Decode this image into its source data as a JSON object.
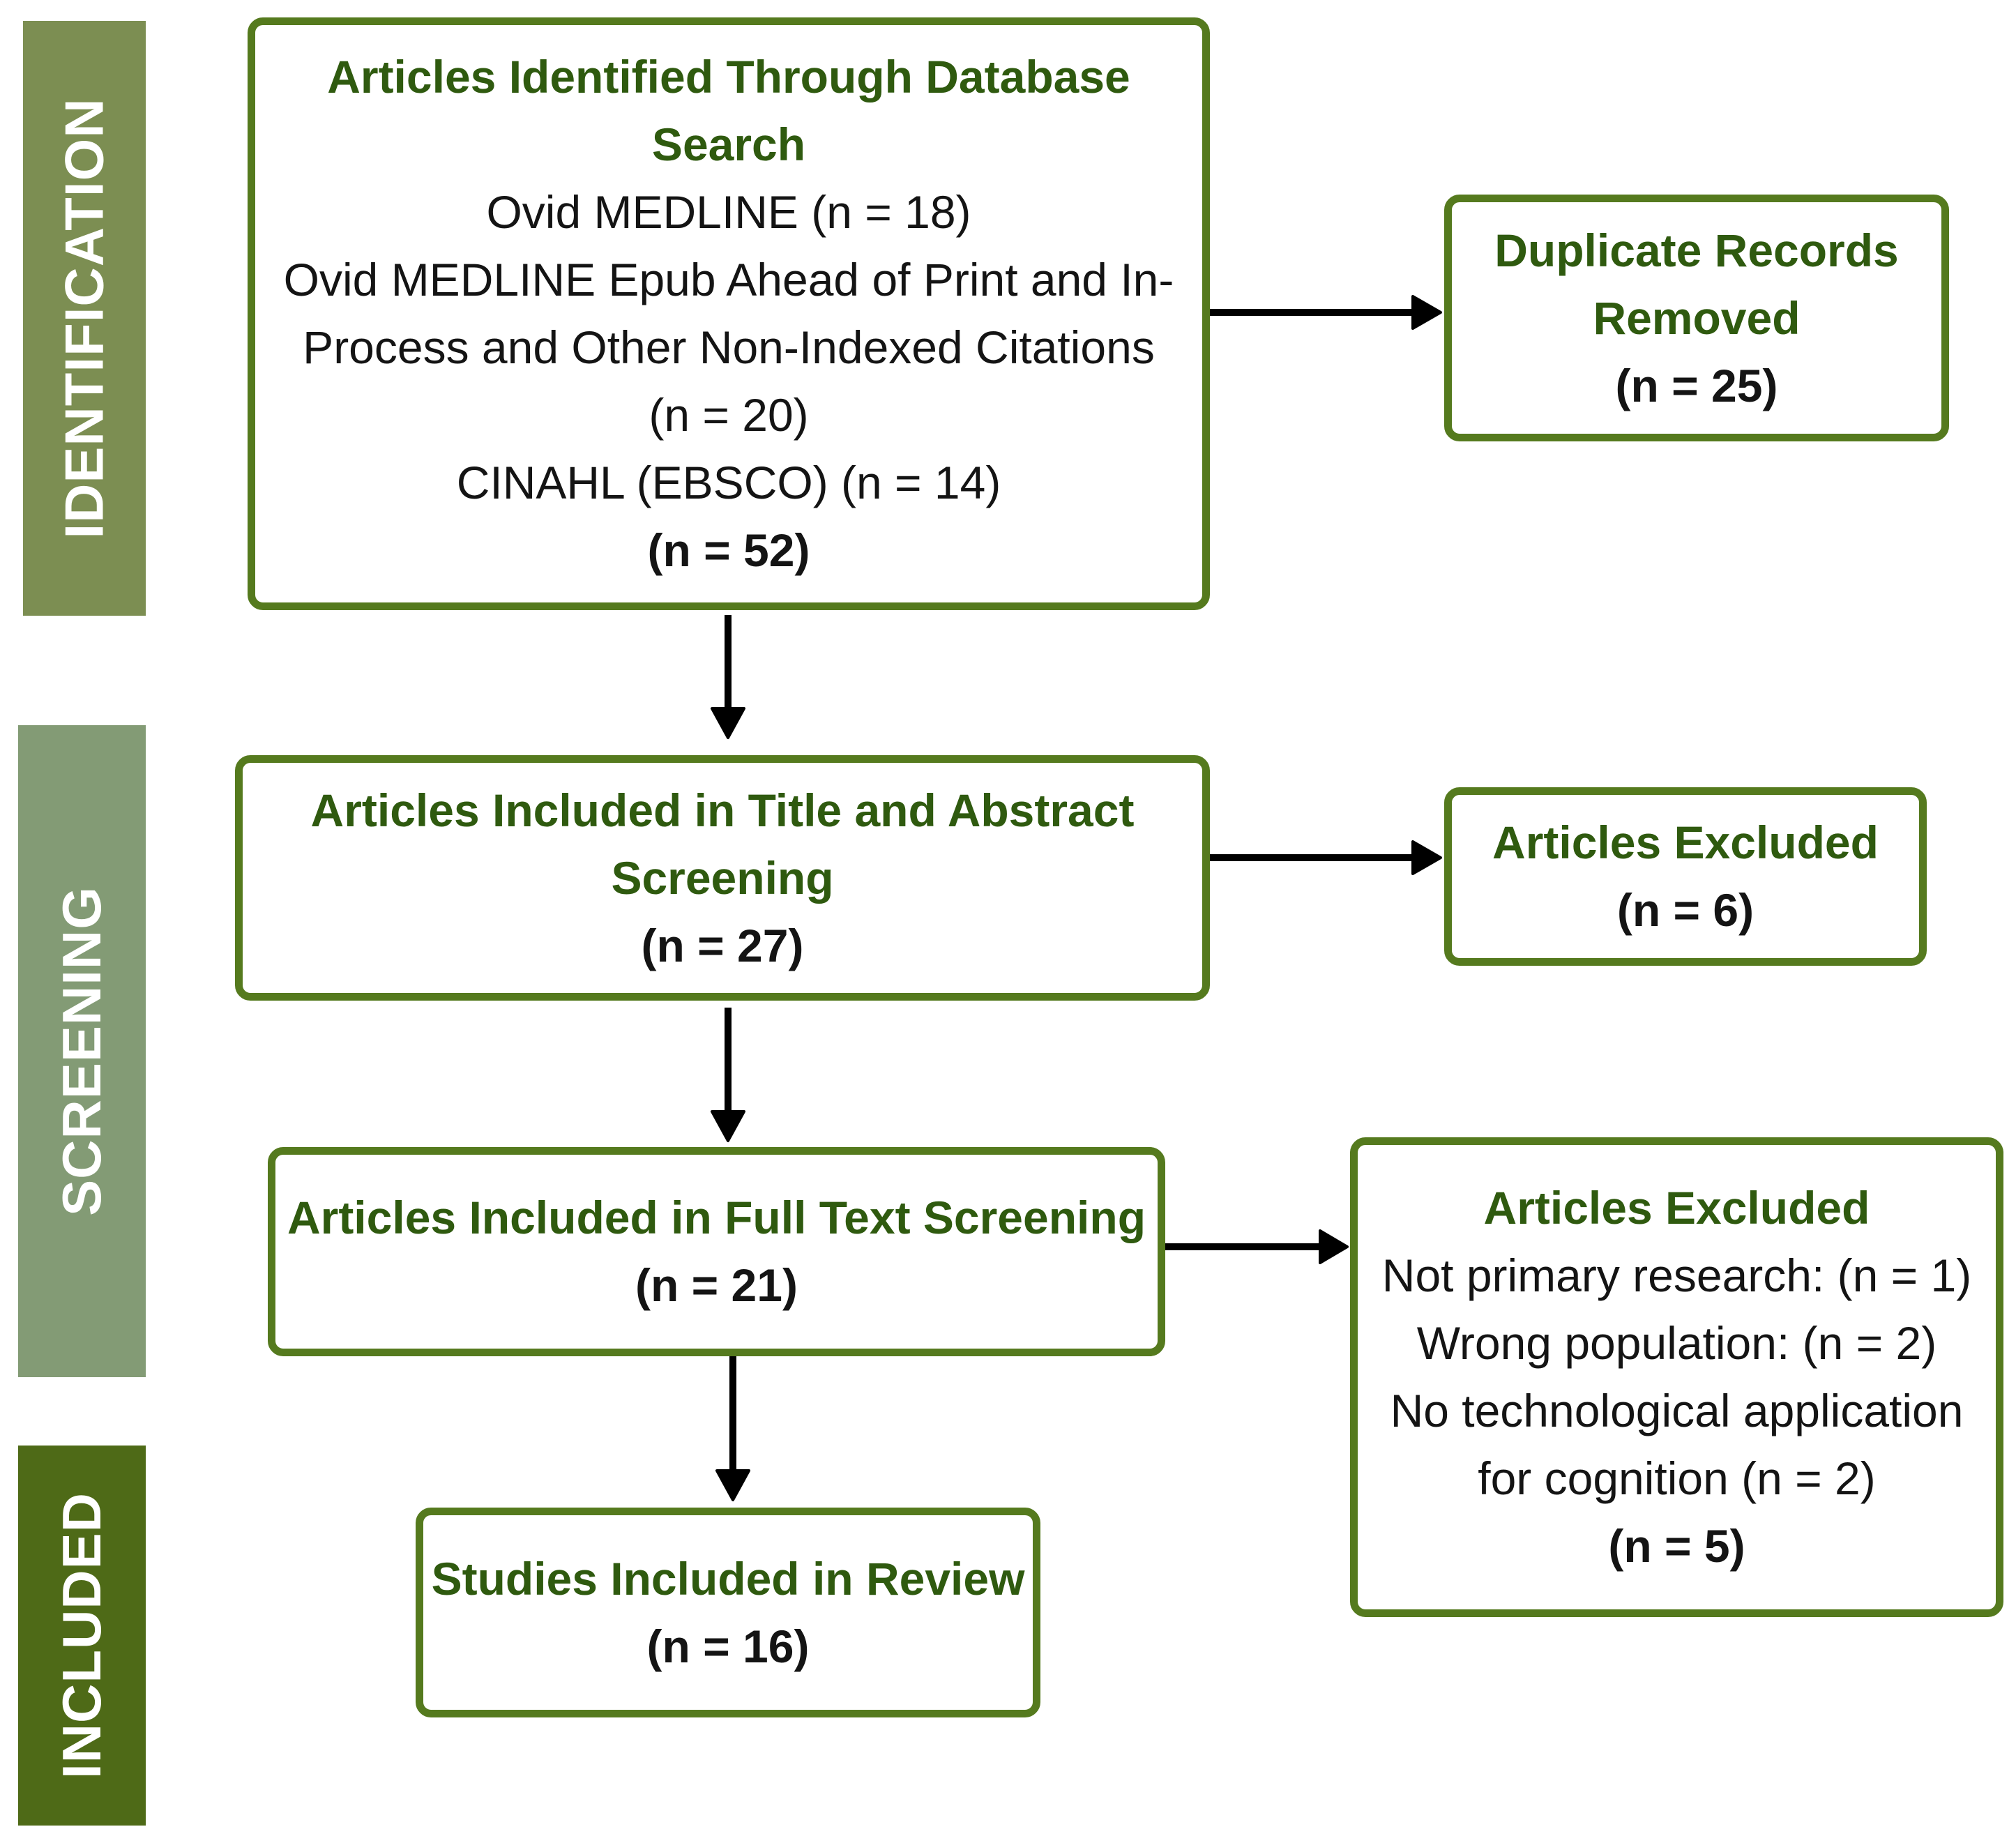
{
  "colors": {
    "phase_identification": "#7C8E52",
    "phase_screening": "#839B75",
    "phase_included": "#4E6A17",
    "box_border": "#557A1E",
    "box_title": "#2F5A0F",
    "body_text": "#141414",
    "arrow": "#000000"
  },
  "phases": {
    "identification": "IDENTIFICATION",
    "screening": "SCREENING",
    "included": "INCLUDED"
  },
  "identified": {
    "title_line1": "Articles Identified Through Database",
    "title_line2": "Search",
    "source1": "Ovid MEDLINE (n = 18)",
    "source2_line1": "Ovid MEDLINE Epub Ahead of Print and In-",
    "source2_line2": "Process and Other Non-Indexed Citations",
    "source2_line3": "(n = 20)",
    "source3": "CINAHL (EBSCO) (n = 14)",
    "total": "(n = 52)"
  },
  "duplicates": {
    "title_line1": "Duplicate Records",
    "title_line2": "Removed",
    "count": "(n = 25)"
  },
  "title_abstract": {
    "title_line1": "Articles Included in Title and Abstract",
    "title_line2": "Screening",
    "count": "(n = 27)"
  },
  "title_abstract_excluded": {
    "title": "Articles Excluded",
    "count": "(n = 6)"
  },
  "full_text": {
    "title": "Articles Included in Full Text Screening",
    "count": "(n = 21)"
  },
  "full_text_excluded": {
    "title": "Articles Excluded",
    "reason1": "Not primary research: (n = 1)",
    "reason2": "Wrong population: (n = 2)",
    "reason3_line1": "No technological application",
    "reason3_line2": "for cognition (n = 2)",
    "count": "(n = 5)"
  },
  "included_studies": {
    "title": "Studies Included in Review",
    "count": "(n = 16)"
  }
}
